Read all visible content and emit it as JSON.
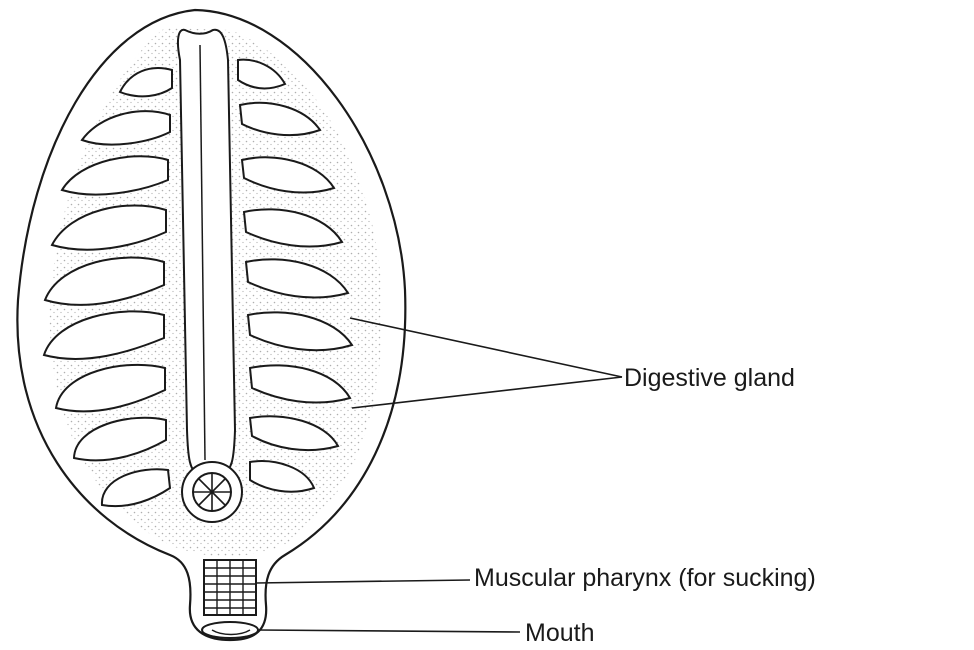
{
  "labels": {
    "digestive_gland": "Digestive gland",
    "muscular_pharynx": "Muscular pharynx (for sucking)",
    "mouth": "Mouth"
  },
  "colors": {
    "ink": "#1a1a1a",
    "background": "#ffffff"
  }
}
